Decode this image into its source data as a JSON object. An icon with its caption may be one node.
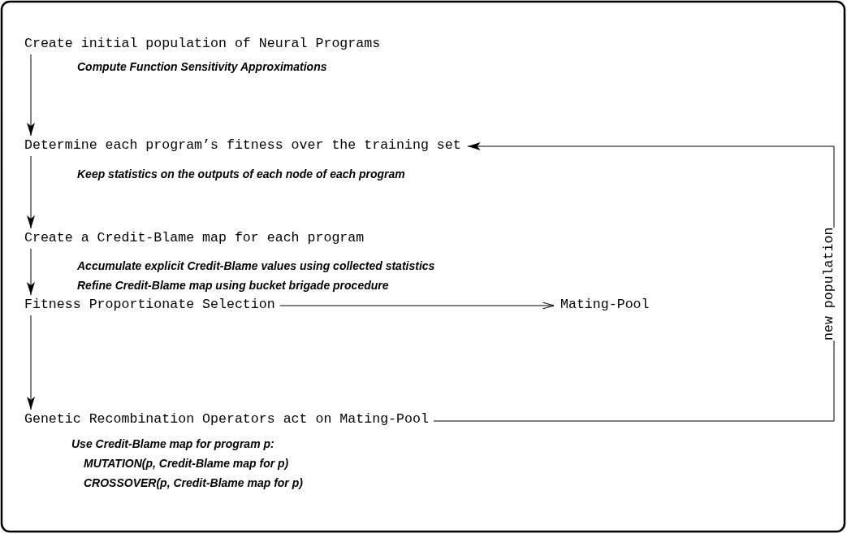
{
  "diagram": {
    "nodes": [
      {
        "text": [
          "Create initial population of Neural Programs"
        ],
        "beside": [
          "Compute Function Sensitivity Approximations"
        ]
      },
      {
        "text": [
          "Determine each program’s fitness over the training set"
        ],
        "beside": [
          "Keep statistics on the outputs of each node of each program"
        ]
      },
      {
        "text": [
          "Create a Credit-Blame map for each program"
        ],
        "beside": [
          "Accumulate explicit Credit-Blame values using collected statistics",
          "Refine Credit-Blame map using bucket brigade procedure"
        ]
      },
      {
        "text": [
          "Fitness Proportionate Selection"
        ]
      },
      {
        "text": [
          "Mating-Pool"
        ]
      },
      {
        "text": [
          "Genetic Recombination Operators act on Mating-Pool"
        ],
        "beside": [
          "Use Credit-Blame map for program p:",
          "MUTATION(p, Credit-Blame map for p)",
          "CROSSOVER(p, Credit-Blame map for p)"
        ]
      }
    ],
    "edges": [
      {
        "from": 0,
        "to": 1,
        "arrow": "to"
      },
      {
        "from": 1,
        "to": 2,
        "arrow": "to"
      },
      {
        "from": 2,
        "to": 3,
        "arrow": "to"
      },
      {
        "from": 3,
        "to": 5,
        "arrow": "to"
      },
      {
        "from": 3,
        "to": 4,
        "arrow": "to"
      },
      {
        "from": 5,
        "to": 1,
        "arrow": "to",
        "label": "new population"
      }
    ]
  }
}
